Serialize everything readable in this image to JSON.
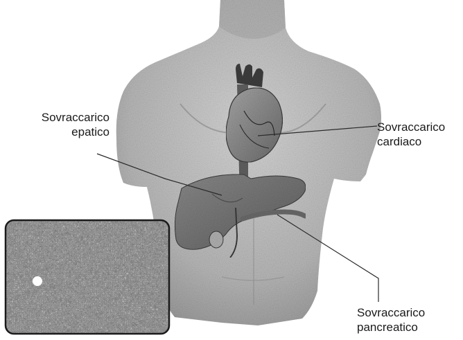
{
  "labels": {
    "hepatic": [
      "Sovraccarico",
      "epatico"
    ],
    "cardiac": [
      "Sovraccarico",
      "cardiaco"
    ],
    "pancreatic": [
      "Sovraccarico",
      "pancreatico"
    ]
  }
}
